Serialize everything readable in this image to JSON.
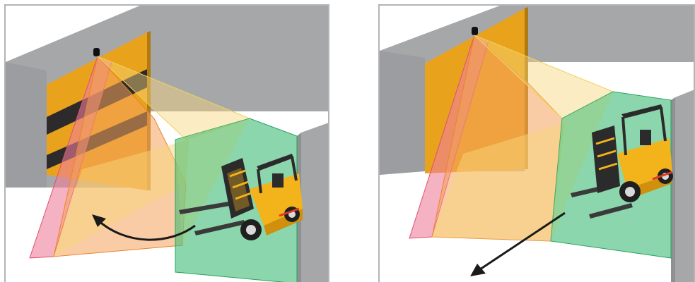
{
  "figure": {
    "panels": [
      {
        "id": "left",
        "door_state": "closing",
        "forklift_motion": "turning",
        "arrow": "curved"
      },
      {
        "id": "right",
        "door_state": "open",
        "forklift_motion": "straight",
        "arrow": "straight"
      }
    ],
    "colors": {
      "wall": "#a6a7a9",
      "wall_dark": "#8f9092",
      "door": "#e9a21c",
      "door_stripe": "#2c2a2b",
      "zone_pink": "#ee7f9a",
      "zone_orange": "#f4a35c",
      "zone_yellow": "#f7d47a",
      "zone_green": "#3dbb76",
      "forklift_body": "#f3b31b",
      "forklift_dark": "#2b2b2b",
      "arrow": "#1a1a1a",
      "frame": "#b3b4b6"
    },
    "icons": [
      "motion-sensor-icon",
      "forklift-icon",
      "direction-arrow-icon"
    ]
  }
}
